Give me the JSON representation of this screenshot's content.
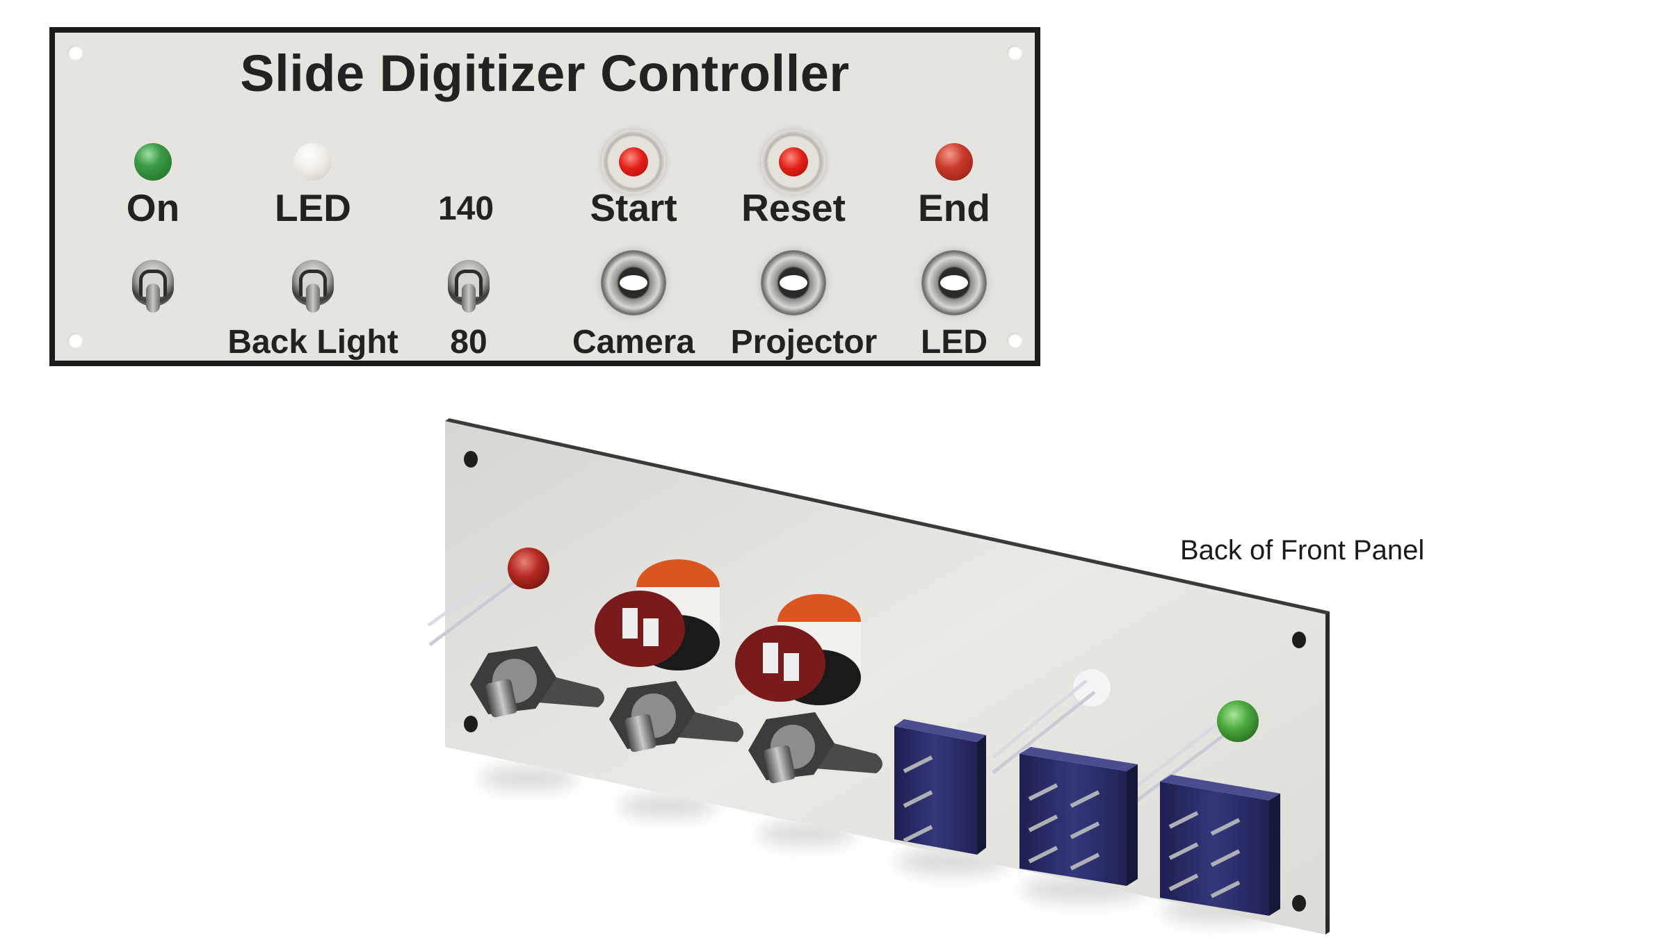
{
  "front_panel": {
    "title": "Slide Digitizer Controller",
    "top_labels": [
      "On",
      "LED",
      "140",
      "Start",
      "Reset",
      "End"
    ],
    "bottom_labels": [
      "Back Light",
      "80",
      "Camera",
      "Projector",
      "LED"
    ],
    "indicator_colors": {
      "on_led": "#3c9b47",
      "backlight_led": "#efede6",
      "start_button": "#e01e18",
      "reset_button": "#e01e18",
      "end_led": "#c83a2c"
    }
  },
  "back_view": {
    "caption": "Back of Front Panel",
    "panel_color": "#e6e4df",
    "relay_color": "#2b2d6b",
    "solenoid_color": "#7a1b1b"
  }
}
